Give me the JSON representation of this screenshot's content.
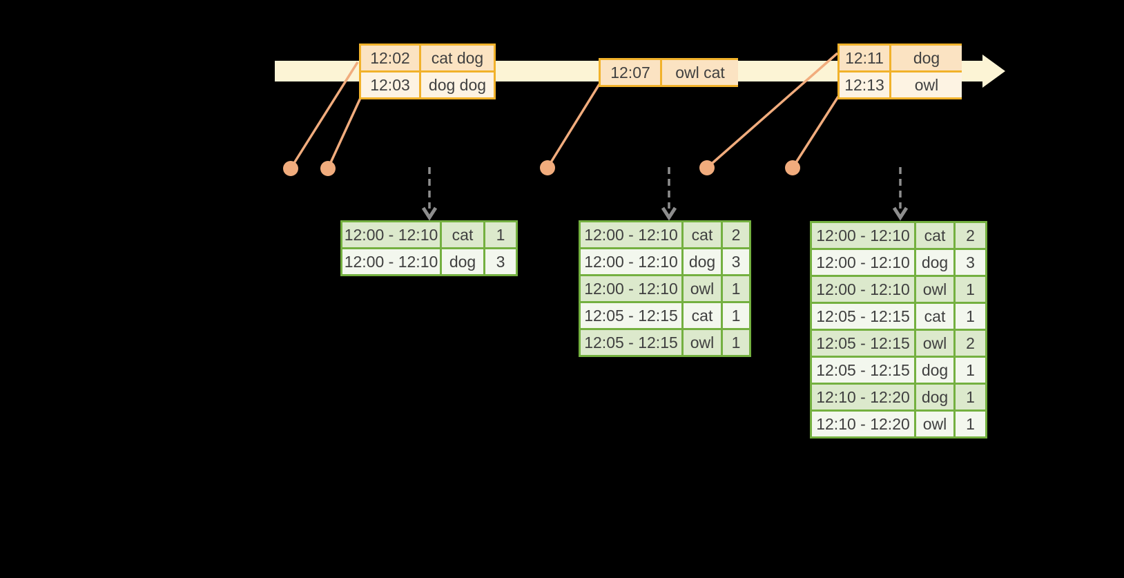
{
  "diagram": {
    "description": "Windowed grouped aggregation over an event-time stream",
    "colors": {
      "background": "#000000",
      "timeline_fill": "#FCF4D5",
      "input_table_border": "#F1B22B",
      "input_row_dark": "#FBE3C2",
      "input_row_light": "#FDF3E3",
      "connector_salmon": "#F1AC7D",
      "result_table_border": "#74B040",
      "result_row_dark": "#DCE9CC",
      "result_row_light": "#F3F7EE",
      "trigger_arrow_gray": "#8E8E8E",
      "cell_text": "#404040"
    }
  },
  "input_tables": [
    {
      "rows": [
        [
          "12:02",
          "cat dog"
        ],
        [
          "12:03",
          "dog dog"
        ]
      ]
    },
    {
      "rows": [
        [
          "12:07",
          "owl cat"
        ]
      ]
    },
    {
      "rows": [
        [
          "12:11",
          "dog"
        ],
        [
          "12:13",
          "owl"
        ]
      ]
    }
  ],
  "result_tables": [
    {
      "rows": [
        [
          "12:00 - 12:10",
          "cat",
          "1"
        ],
        [
          "12:00 - 12:10",
          "dog",
          "3"
        ]
      ]
    },
    {
      "rows": [
        [
          "12:00 - 12:10",
          "cat",
          "2"
        ],
        [
          "12:00 - 12:10",
          "dog",
          "3"
        ],
        [
          "12:00 - 12:10",
          "owl",
          "1"
        ],
        [
          "12:05 - 12:15",
          "cat",
          "1"
        ],
        [
          "12:05 - 12:15",
          "owl",
          "1"
        ]
      ]
    },
    {
      "rows": [
        [
          "12:00 - 12:10",
          "cat",
          "2"
        ],
        [
          "12:00 - 12:10",
          "dog",
          "3"
        ],
        [
          "12:00 - 12:10",
          "owl",
          "1"
        ],
        [
          "12:05 - 12:15",
          "cat",
          "1"
        ],
        [
          "12:05 - 12:15",
          "owl",
          "2"
        ],
        [
          "12:05 - 12:15",
          "dog",
          "1"
        ],
        [
          "12:10 - 12:20",
          "dog",
          "1"
        ],
        [
          "12:10 - 12:20",
          "owl",
          "1"
        ]
      ]
    }
  ]
}
